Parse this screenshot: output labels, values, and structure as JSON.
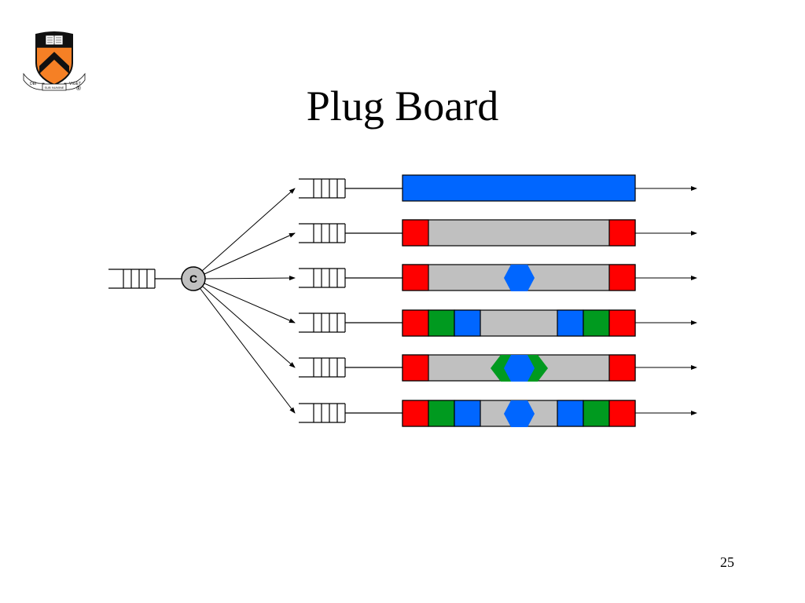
{
  "slide": {
    "title": "Plug Board",
    "page_number": "25"
  },
  "logo": {
    "motto_left": "DEI",
    "motto_center": "SUB NUMINE",
    "motto_right": "VIGET",
    "registered_mark": "®"
  },
  "diagram": {
    "classifier_label": "C",
    "colors": {
      "red": "#ff0000",
      "green": "#009a1f",
      "blue": "#0066ff",
      "gray": "#c0c0c0",
      "orange": "#f58025"
    },
    "pipelines": [
      {
        "segments": [
          "blue"
        ],
        "inner": null
      },
      {
        "segments": [
          "red",
          "gray",
          "red"
        ],
        "inner": null
      },
      {
        "segments": [
          "red",
          "gray",
          "red"
        ],
        "inner": "blue-hexagon"
      },
      {
        "segments": [
          "red",
          "green",
          "blue",
          "gray",
          "blue",
          "green",
          "red"
        ],
        "inner": null
      },
      {
        "segments": [
          "red",
          "gray",
          "red"
        ],
        "inner": "green-blue-hexagons"
      },
      {
        "segments": [
          "red",
          "green",
          "blue",
          "gray",
          "blue",
          "green",
          "red"
        ],
        "inner": "blue-hexagon"
      }
    ]
  }
}
